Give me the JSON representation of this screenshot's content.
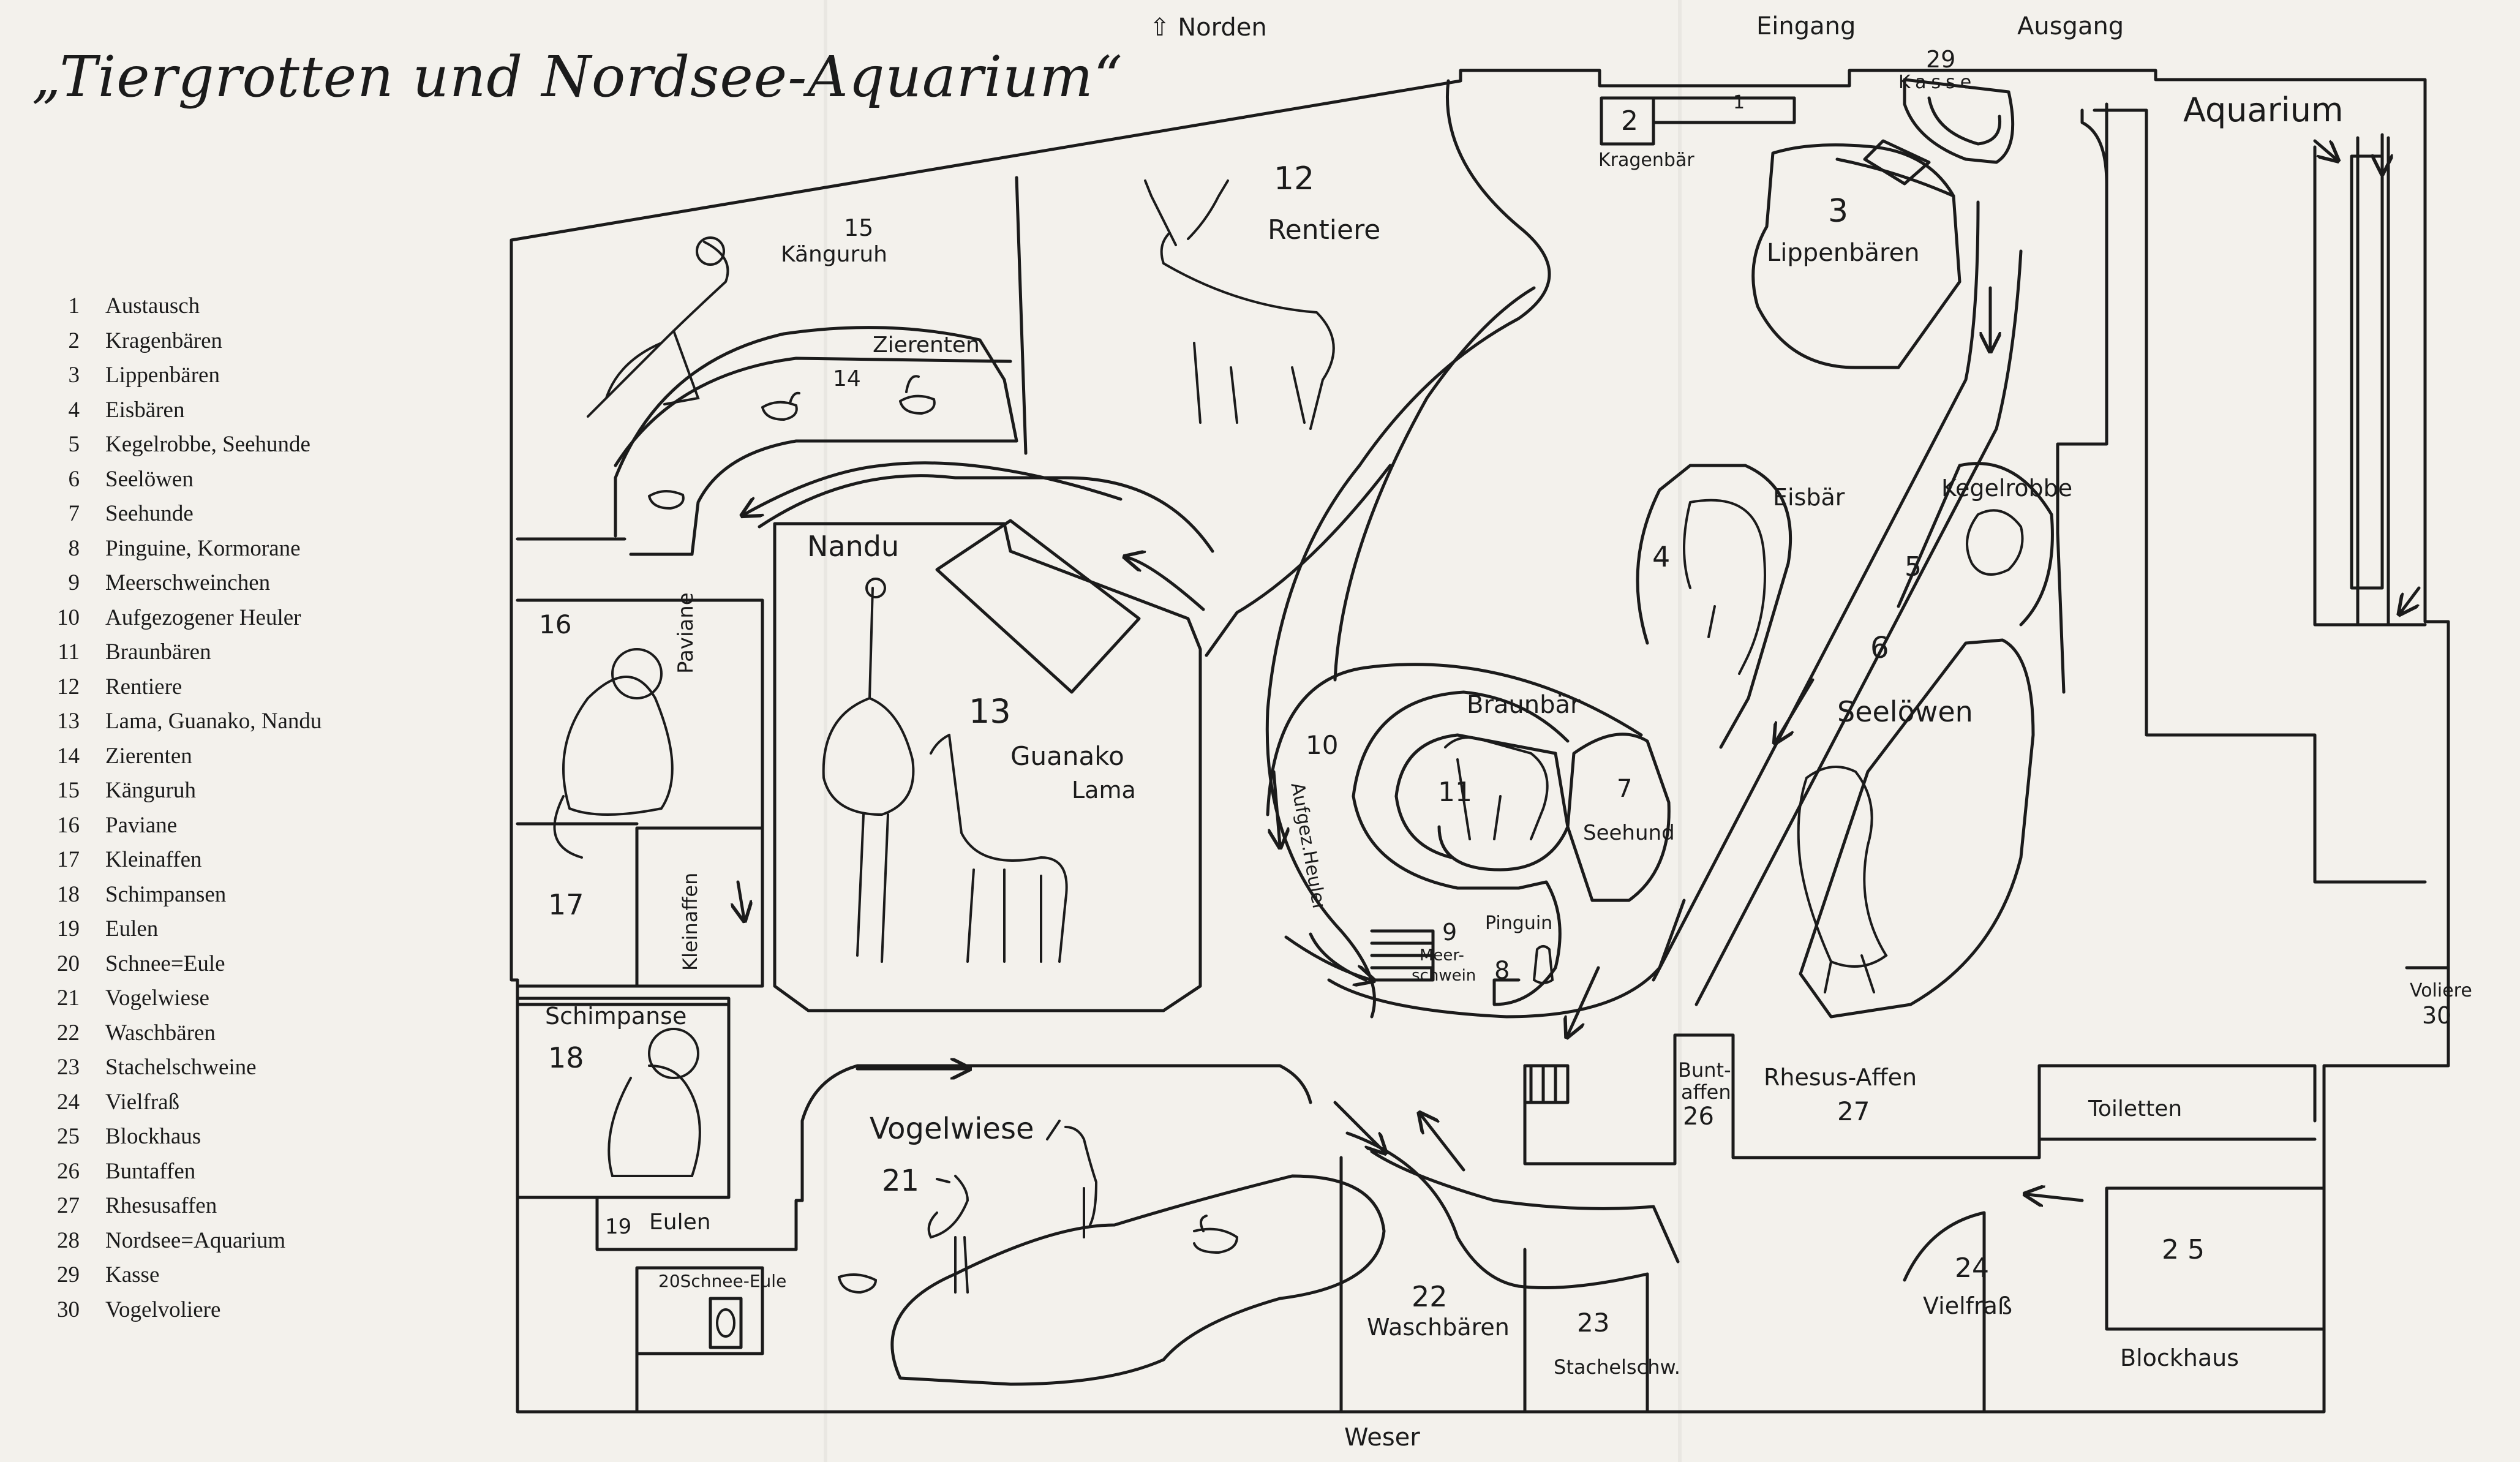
{
  "title": "„Tiergrotten und Nordsee-Aquarium“",
  "compass": {
    "arrow": "⇧",
    "label": "Norden"
  },
  "edge_labels": {
    "entrance": "Eingang",
    "exit": "Ausgang",
    "river": "Weser"
  },
  "legend": [
    {
      "num": "1",
      "label": "Austausch"
    },
    {
      "num": "2",
      "label": "Kragenbären"
    },
    {
      "num": "3",
      "label": "Lippenbären"
    },
    {
      "num": "4",
      "label": "Eisbären"
    },
    {
      "num": "5",
      "label": "Kegelrobbe, Seehunde"
    },
    {
      "num": "6",
      "label": "Seelöwen"
    },
    {
      "num": "7",
      "label": "Seehunde"
    },
    {
      "num": "8",
      "label": "Pinguine, Kormorane"
    },
    {
      "num": "9",
      "label": "Meerschweinchen"
    },
    {
      "num": "10",
      "label": "Aufgezogener Heuler"
    },
    {
      "num": "11",
      "label": "Braunbären"
    },
    {
      "num": "12",
      "label": "Rentiere"
    },
    {
      "num": "13",
      "label": "Lama, Guanako, Nandu"
    },
    {
      "num": "14",
      "label": "Zierenten"
    },
    {
      "num": "15",
      "label": "Känguruh"
    },
    {
      "num": "16",
      "label": "Paviane"
    },
    {
      "num": "17",
      "label": "Kleinaffen"
    },
    {
      "num": "18",
      "label": "Schimpansen"
    },
    {
      "num": "19",
      "label": "Eulen"
    },
    {
      "num": "20",
      "label": "Schnee=Eule"
    },
    {
      "num": "21",
      "label": "Vogelwiese"
    },
    {
      "num": "22",
      "label": "Waschbären"
    },
    {
      "num": "23",
      "label": "Stachelschweine"
    },
    {
      "num": "24",
      "label": "Vielfraß"
    },
    {
      "num": "25",
      "label": "Blockhaus"
    },
    {
      "num": "26",
      "label": "Buntaffen"
    },
    {
      "num": "27",
      "label": "Rhesusaffen"
    },
    {
      "num": "28",
      "label": "Nordsee=Aquarium"
    },
    {
      "num": "29",
      "label": "Kasse"
    },
    {
      "num": "30",
      "label": "Vogelvoliere"
    }
  ],
  "map_labels": {
    "n1": "1",
    "n2": "2",
    "kragenbaer": "Kragenbär",
    "n29": "29",
    "kasse": "Kasse",
    "aquarium": "Aquarium",
    "n3": "3",
    "lippenbaeren": "Lippenbären",
    "n12": "12",
    "rentiere": "Rentiere",
    "n15": "15",
    "kaenguruh": "Känguruh",
    "n14": "14",
    "zierenten": "Zierenten",
    "nandu": "Nandu",
    "n13": "13",
    "guanako": "Guanako",
    "lama": "Lama",
    "n16": "16",
    "paviane": "Paviane",
    "n17": "17",
    "kleinaffen": "Kleinaffen",
    "schimpanse": "Schimpanse",
    "n18": "18",
    "n19": "19",
    "eulen": "Eulen",
    "n20_schnee": "20Schnee-Eule",
    "vogelwiese": "Vogelwiese",
    "n21": "21",
    "n22": "22",
    "waschbaeren": "Waschbären",
    "n23": "23",
    "stachelschw": "Stachelschw.",
    "n24": "24",
    "vielfrass": "Vielfraß",
    "n25": "2 5",
    "blockhaus": "Blockhaus",
    "toiletten": "Toiletten",
    "rhesus": "Rhesus-Affen",
    "n27": "27",
    "bunt1": "Bunt-",
    "bunt2": "affen",
    "n26": "26",
    "voliere": "Voliere",
    "n30": "30",
    "n10": "10",
    "heuler": "Aufgez.Heuler",
    "braunbaer": "Braunbär",
    "n11": "11",
    "n7": "7",
    "seehund": "Seehund",
    "pinguin": "Pinguin",
    "n9": "9",
    "meer": "Meer-",
    "schwein": "schwein",
    "n8": "8",
    "eisbaer": "Eisbär",
    "n4": "4",
    "kegelrobbe": "Kegelrobbe",
    "n5": "5",
    "n6": "6",
    "seeloewen": "Seelöwen"
  }
}
